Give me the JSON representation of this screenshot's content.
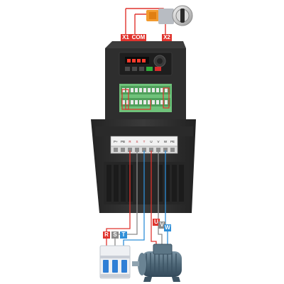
{
  "selector_switch_labels": {
    "x1": "X1",
    "com": "COM",
    "x2": "X2"
  },
  "power_input_labels": [
    "R",
    "S",
    "T"
  ],
  "motor_output_labels": [
    "U",
    "V",
    "W"
  ],
  "terminal_block_labels": [
    "P+",
    "PB",
    "R",
    "S",
    "T",
    "U",
    "V",
    "W",
    "PE"
  ],
  "colors": {
    "wire_red": "#e0342e",
    "wire_blue": "#2f8fd8",
    "wire_gray": "#8a8a8a",
    "drive_body": "#2b2b2b",
    "control_board": "#6fc27a",
    "switch_orange": "#f29a2e",
    "breaker_body": "#eef0f3",
    "breaker_handle": "#2f7fd6",
    "motor_body": "#4f6878"
  },
  "icons": [
    "selector-switch-icon",
    "circuit-breaker-icon",
    "electric-motor-icon"
  ]
}
